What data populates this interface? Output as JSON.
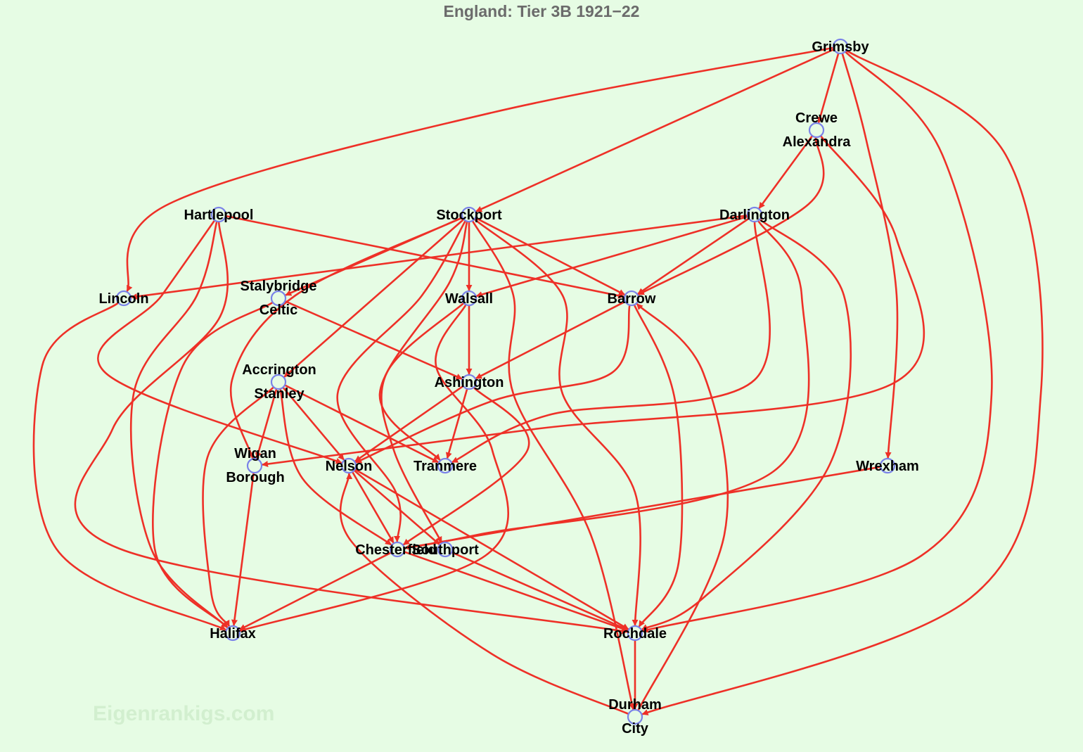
{
  "title": "England: Tier 3B 1921−22",
  "watermark": "Eigenrankigs.com",
  "colors": {
    "background": "#e6fce4",
    "edge": "#ee3027",
    "node": "#7a82e8",
    "title": "#6b6b6b"
  },
  "nodes": [
    {
      "id": "grimsby",
      "lines": [
        "Grimsby"
      ]
    },
    {
      "id": "crewe",
      "lines": [
        "Crewe",
        "Alexandra"
      ]
    },
    {
      "id": "hartlepool",
      "lines": [
        "Hartlepool"
      ]
    },
    {
      "id": "stockport",
      "lines": [
        "Stockport"
      ]
    },
    {
      "id": "darlington",
      "lines": [
        "Darlington"
      ]
    },
    {
      "id": "lincoln",
      "lines": [
        "Lincoln"
      ]
    },
    {
      "id": "stalybridge",
      "lines": [
        "Stalybridge",
        "Celtic"
      ]
    },
    {
      "id": "walsall",
      "lines": [
        "Walsall"
      ]
    },
    {
      "id": "barrow",
      "lines": [
        "Barrow"
      ]
    },
    {
      "id": "accrington",
      "lines": [
        "Accrington",
        "Stanley"
      ]
    },
    {
      "id": "ashington",
      "lines": [
        "Ashington"
      ]
    },
    {
      "id": "wigan",
      "lines": [
        "Wigan",
        "Borough"
      ]
    },
    {
      "id": "nelson",
      "lines": [
        "Nelson"
      ]
    },
    {
      "id": "tranmere",
      "lines": [
        "Tranmere"
      ]
    },
    {
      "id": "wrexham",
      "lines": [
        "Wrexham"
      ]
    },
    {
      "id": "chesterfield",
      "lines": [
        "Chesterfield"
      ]
    },
    {
      "id": "southport",
      "lines": [
        "Southport"
      ]
    },
    {
      "id": "halifax",
      "lines": [
        "Halifax"
      ]
    },
    {
      "id": "rochdale",
      "lines": [
        "Rochdale"
      ]
    },
    {
      "id": "durham",
      "lines": [
        "Durham",
        "City"
      ]
    }
  ]
}
